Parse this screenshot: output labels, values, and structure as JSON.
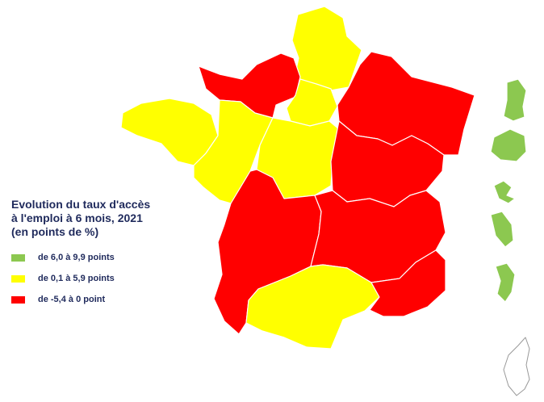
{
  "legend": {
    "title_lines": [
      "Evolution du taux d'accès",
      "à l'emploi à 6 mois, 2021",
      "(en points de %)"
    ],
    "items": [
      {
        "label": "de 6,0 à 9,9 points",
        "color": "#8cc850"
      },
      {
        "label": "de 0,1 à 5,9 points",
        "color": "#ffff00"
      },
      {
        "label": "de -5,4 à 0 point",
        "color": "#ff0000"
      }
    ]
  },
  "colors": {
    "high": "#8cc850",
    "mid": "#ffff00",
    "low": "#ff0000",
    "no_data": "#ffffff"
  },
  "regions": [
    {
      "name": "Hauts-de-France",
      "class": "mid"
    },
    {
      "name": "Normandie",
      "class": "low"
    },
    {
      "name": "Île-de-France",
      "class": "mid"
    },
    {
      "name": "Grand Est",
      "class": "low"
    },
    {
      "name": "Bretagne",
      "class": "mid"
    },
    {
      "name": "Pays de la Loire",
      "class": "mid"
    },
    {
      "name": "Centre-Val de Loire",
      "class": "mid"
    },
    {
      "name": "Bourgogne-Franche-Comté",
      "class": "low"
    },
    {
      "name": "Nouvelle-Aquitaine",
      "class": "low"
    },
    {
      "name": "Auvergne-Rhône-Alpes",
      "class": "low"
    },
    {
      "name": "Occitanie",
      "class": "mid"
    },
    {
      "name": "Provence-Alpes-Côte d'Azur",
      "class": "low"
    },
    {
      "name": "Corse",
      "class": "no_data"
    },
    {
      "name": "Guyane",
      "class": "high"
    },
    {
      "name": "La Réunion",
      "class": "high"
    },
    {
      "name": "Guadeloupe",
      "class": "high"
    },
    {
      "name": "Martinique",
      "class": "high"
    },
    {
      "name": "Mayotte",
      "class": "high"
    }
  ]
}
